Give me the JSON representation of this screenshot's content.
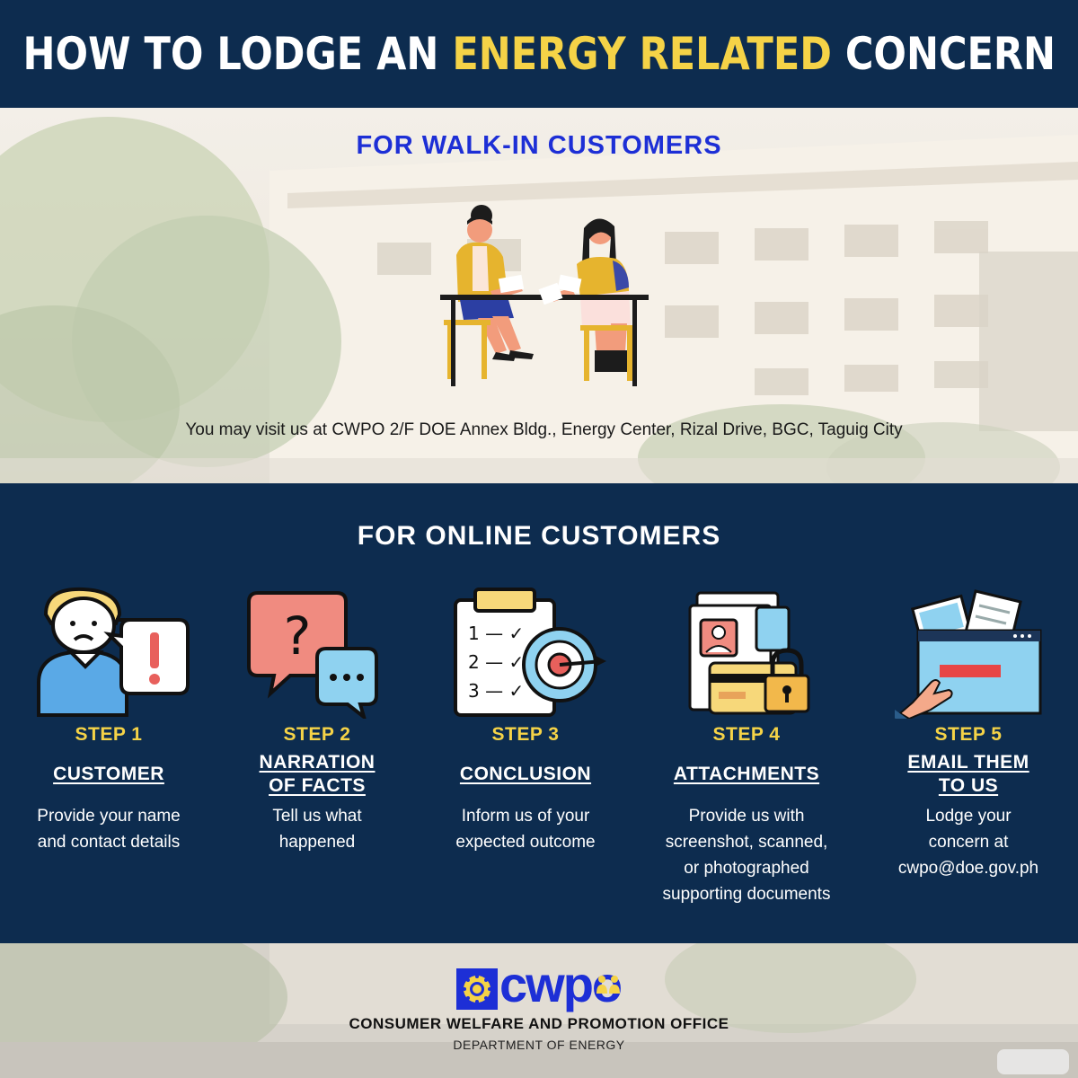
{
  "header": {
    "title_part1": "HOW TO LODGE AN ",
    "title_highlight": "ENERGY RELATED",
    "title_part2": " CONCERN",
    "highlight_color": "#f5d347",
    "background_color": "#0d2c4f"
  },
  "walk_in": {
    "title": "FOR WALK-IN CUSTOMERS",
    "illustration": "two-women-at-desk-illustration",
    "address": "You may visit us at CWPO 2/F DOE Annex Bldg., Energy Center, Rizal Drive, BGC, Taguig City",
    "title_color": "#1d2fd6"
  },
  "online": {
    "title": "FOR ONLINE CUSTOMERS",
    "steps": [
      {
        "label": "STEP 1",
        "name_lines": [
          "CUSTOMER"
        ],
        "desc_lines": [
          "Provide your name",
          "and contact details"
        ],
        "icon": "worried-person-icon"
      },
      {
        "label": "STEP 2",
        "name_lines": [
          "NARRATION",
          "OF FACTS"
        ],
        "desc_lines": [
          "Tell us what",
          "happened"
        ],
        "icon": "speech-bubbles-question-icon"
      },
      {
        "label": "STEP 3",
        "name_lines": [
          "CONCLUSION"
        ],
        "desc_lines": [
          "Inform us of your",
          "expected outcome"
        ],
        "icon": "checklist-target-icon"
      },
      {
        "label": "STEP 4",
        "name_lines": [
          "ATTACHMENTS"
        ],
        "desc_lines": [
          "Provide us with",
          "screenshot, scanned,",
          "or photographed",
          "supporting documents"
        ],
        "icon": "documents-lock-icon"
      },
      {
        "label": "STEP 5",
        "name_lines": [
          "EMAIL THEM",
          "TO US"
        ],
        "desc_lines": [
          "Lodge your",
          "concern at",
          "cwpo@doe.gov.ph"
        ],
        "icon": "browser-upload-icon"
      }
    ]
  },
  "footer": {
    "logo_text": "cwpo",
    "office_name": "CONSUMER WELFARE AND PROMOTION OFFICE",
    "department": "DEPARTMENT OF ENERGY",
    "logo_color": "#1d2fd6"
  }
}
